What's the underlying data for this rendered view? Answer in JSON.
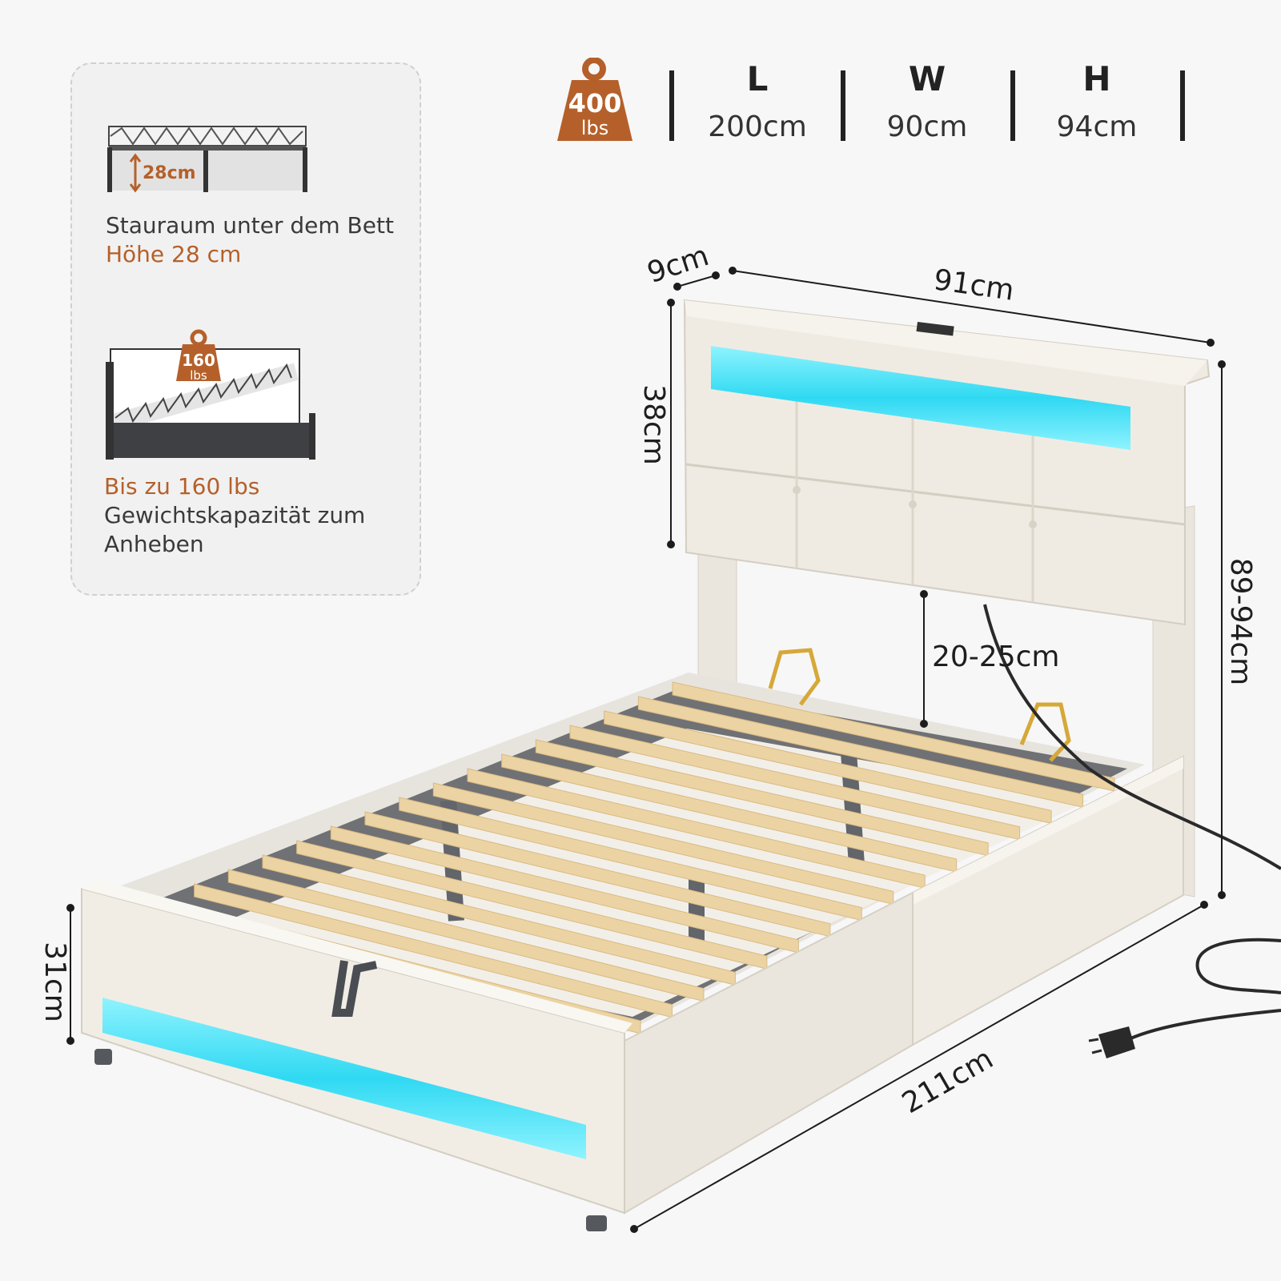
{
  "specs": {
    "weight": {
      "value": "400",
      "unit": "lbs",
      "color": "#b5602a"
    },
    "dimensions": [
      {
        "letter": "L",
        "value": "200cm"
      },
      {
        "letter": "W",
        "value": "90cm"
      },
      {
        "letter": "H",
        "value": "94cm"
      }
    ]
  },
  "info_card": {
    "storage": {
      "height_label": "28cm",
      "line1": "Stauraum unter dem Bett",
      "line2": "Höhe 28 cm"
    },
    "lift": {
      "weight_value": "160",
      "weight_unit": "lbs",
      "line1": "Bis zu 160 lbs",
      "line2": "Gewichtskapazität zum",
      "line3": "Anheben"
    }
  },
  "bed_dimensions": {
    "headboard_depth": "9cm",
    "headboard_width": "91cm",
    "headboard_height": "38cm",
    "total_height": "89-94cm",
    "leg_gap": "20-25cm",
    "side_height": "31cm",
    "length": "211cm"
  },
  "colors": {
    "accent": "#b5602a",
    "led": "#3fe6ff",
    "fabric": "#efebe3",
    "slat": "#ecd3a3",
    "frame": "#4a4d52"
  }
}
